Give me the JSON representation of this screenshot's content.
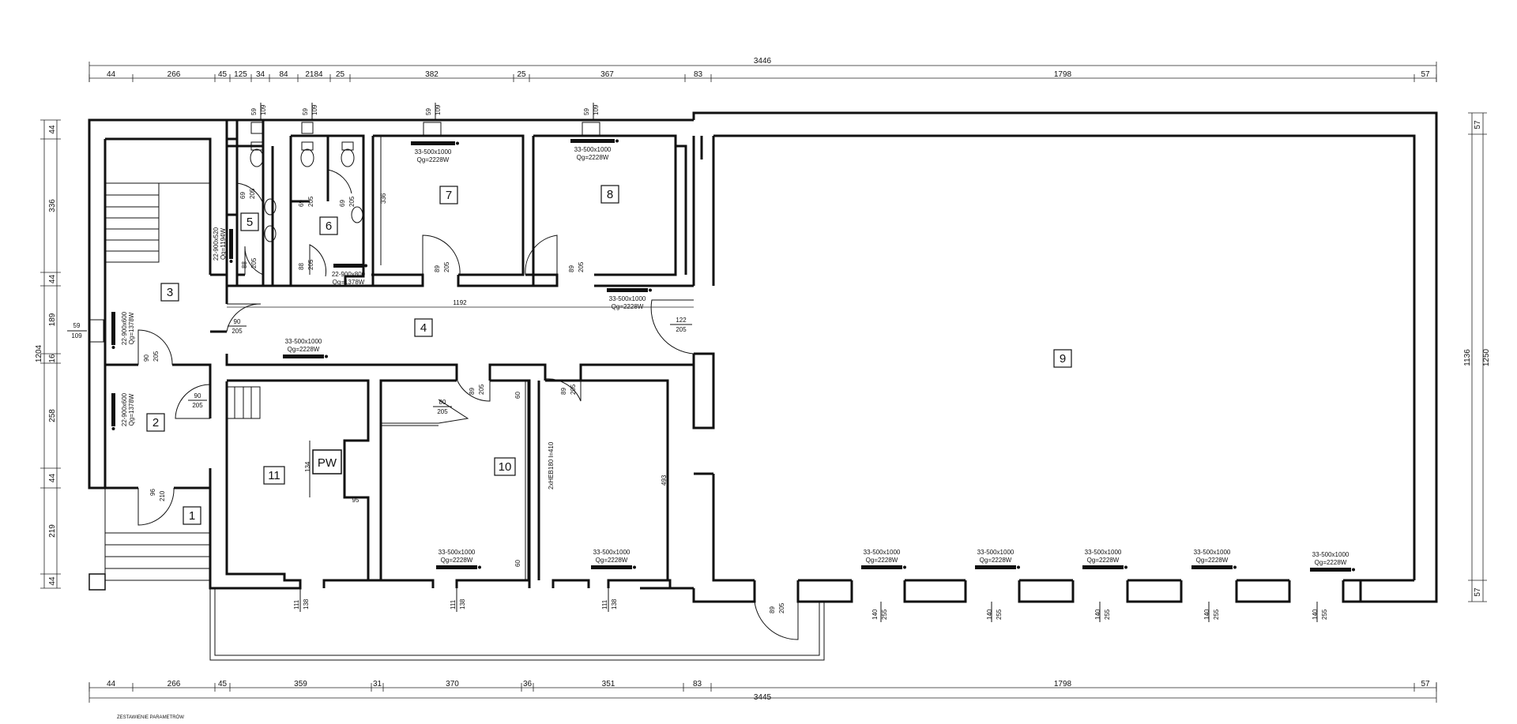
{
  "dims_top": {
    "total": "3446",
    "segments": [
      "44",
      "266",
      "45",
      "125",
      "34",
      "84",
      "2184",
      "25",
      "382",
      "25",
      "367",
      "83",
      "1798",
      "57"
    ]
  },
  "dims_bottom": {
    "total": "3445",
    "segments": [
      "44",
      "266",
      "45",
      "359",
      "31",
      "370",
      "36",
      "351",
      "83",
      "1798",
      "57"
    ]
  },
  "dims_left": {
    "total": "1204",
    "segments": [
      "44",
      "336",
      "44",
      "189",
      "16",
      "258",
      "44",
      "219",
      "44"
    ]
  },
  "dims_right": {
    "total": "1250",
    "inner": "1136",
    "segments": [
      "57",
      "57"
    ]
  },
  "rooms": [
    {
      "id": "1",
      "label": "1"
    },
    {
      "id": "2",
      "label": "2"
    },
    {
      "id": "3",
      "label": "3"
    },
    {
      "id": "4",
      "label": "4"
    },
    {
      "id": "5",
      "label": "5"
    },
    {
      "id": "6",
      "label": "6"
    },
    {
      "id": "7",
      "label": "7"
    },
    {
      "id": "8",
      "label": "8"
    },
    {
      "id": "9",
      "label": "9"
    },
    {
      "id": "10",
      "label": "10"
    },
    {
      "id": "11",
      "label": "11"
    }
  ],
  "labels": {
    "pw": "PW",
    "corridor_len": "1192",
    "beam": "2xHEB180 l=410",
    "wall_493": "493",
    "h134": "134",
    "h95": "95",
    "h336": "336",
    "v60a": "60",
    "v60b": "60"
  },
  "radiators": {
    "r33": "33-500x1000",
    "q2228": "Qg=2228W",
    "r22_900x600": "22-900x600",
    "q1378": "Qg=1378W",
    "r22_900x520": "22-900x520",
    "q1194": "Qg=1194W",
    "r22_900x800": "22-900x800",
    "q1378b": "Qg=1378W"
  },
  "doors": {
    "d90": "90",
    "d205": "205",
    "d89": "89",
    "d80": "80",
    "d122": "122",
    "d96": "96",
    "d210": "210",
    "d69": "69",
    "d88": "88"
  },
  "windows": {
    "w59": "59",
    "w109": "109",
    "w111": "111",
    "w138": "138",
    "w140": "140",
    "w255": "255"
  },
  "footer_note": "ZESTAWIENIE PARAMETRÓW"
}
